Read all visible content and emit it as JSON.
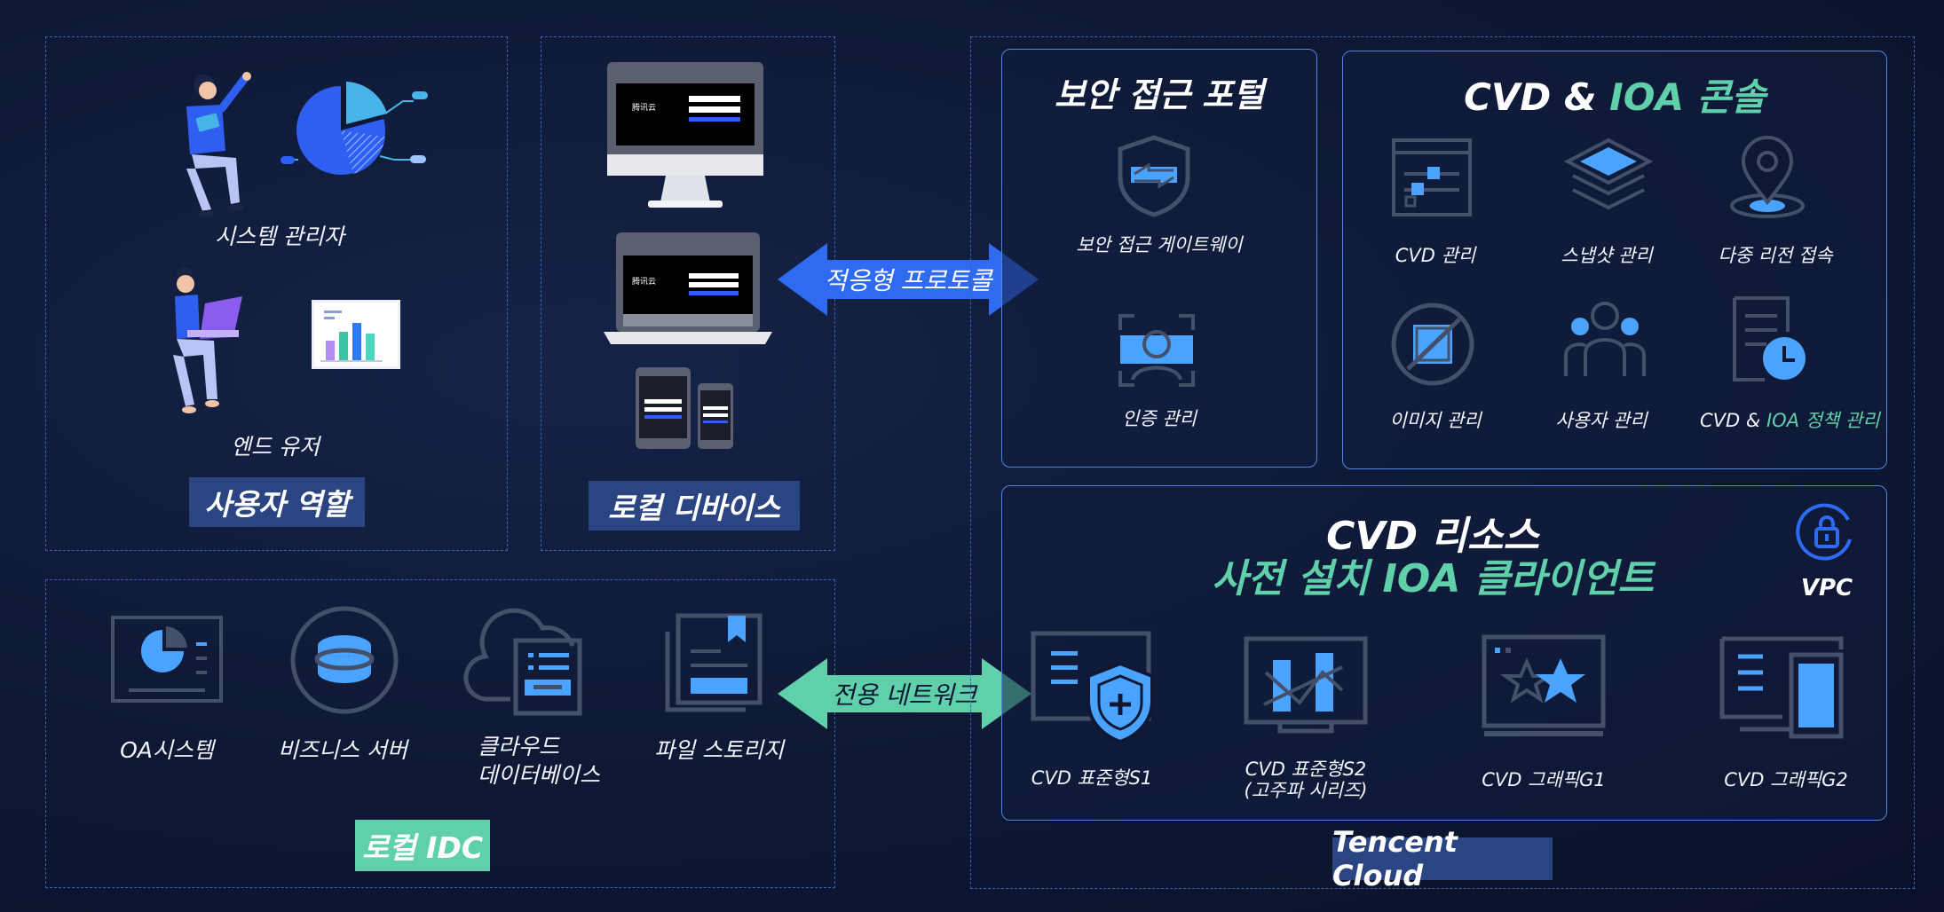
{
  "user_roles": {
    "admin_label": "시스템 관리자",
    "end_user_label": "엔드 유저",
    "tag": "사용자 역할"
  },
  "local_devices": {
    "tag": "로컬 디바이스",
    "screen_brand": "腾讯云"
  },
  "arrows": {
    "adaptive_protocol": "적응형 프로토콜",
    "dedicated_network": "전용 네트워크"
  },
  "local_idc": {
    "items": [
      "OA시스템",
      "비즈니스 서버",
      "클라우드",
      "데이터베이스",
      "파일 스토리지"
    ],
    "tag": "로컬 IDC"
  },
  "portal": {
    "title": "보안 접근 포털",
    "gateway_label": "보안 접근 게이트웨이",
    "auth_label": "인증 관리"
  },
  "console": {
    "title_a": "CVD & ",
    "title_b": "IOA",
    "title_c": " 콘솔",
    "items": [
      "CVD 관리",
      "스냅샷 관리",
      "다중 리전 접속",
      "이미지 관리",
      "사용자 관리"
    ],
    "policy_a": "CVD & ",
    "policy_b": "IOA",
    "policy_c": " 정책 관리"
  },
  "resources": {
    "title": "CVD 리소스",
    "subtitle": "사전 설치 IOA 클라이언트",
    "vpc": "VPC",
    "items": [
      "CVD 표준형S1",
      "CVD 표준형S2",
      "(고주파 시리즈)",
      "CVD 그래픽G1",
      "CVD 그래픽G2"
    ]
  },
  "tencent_cloud": {
    "tag": "Tencent Cloud"
  },
  "colors": {
    "background": "#0e1834",
    "accent_blue": "#2e6bf0",
    "accent_green": "#5fd0aa",
    "icon_blue": "#4aa3ff",
    "icon_gray": "#44506a"
  }
}
